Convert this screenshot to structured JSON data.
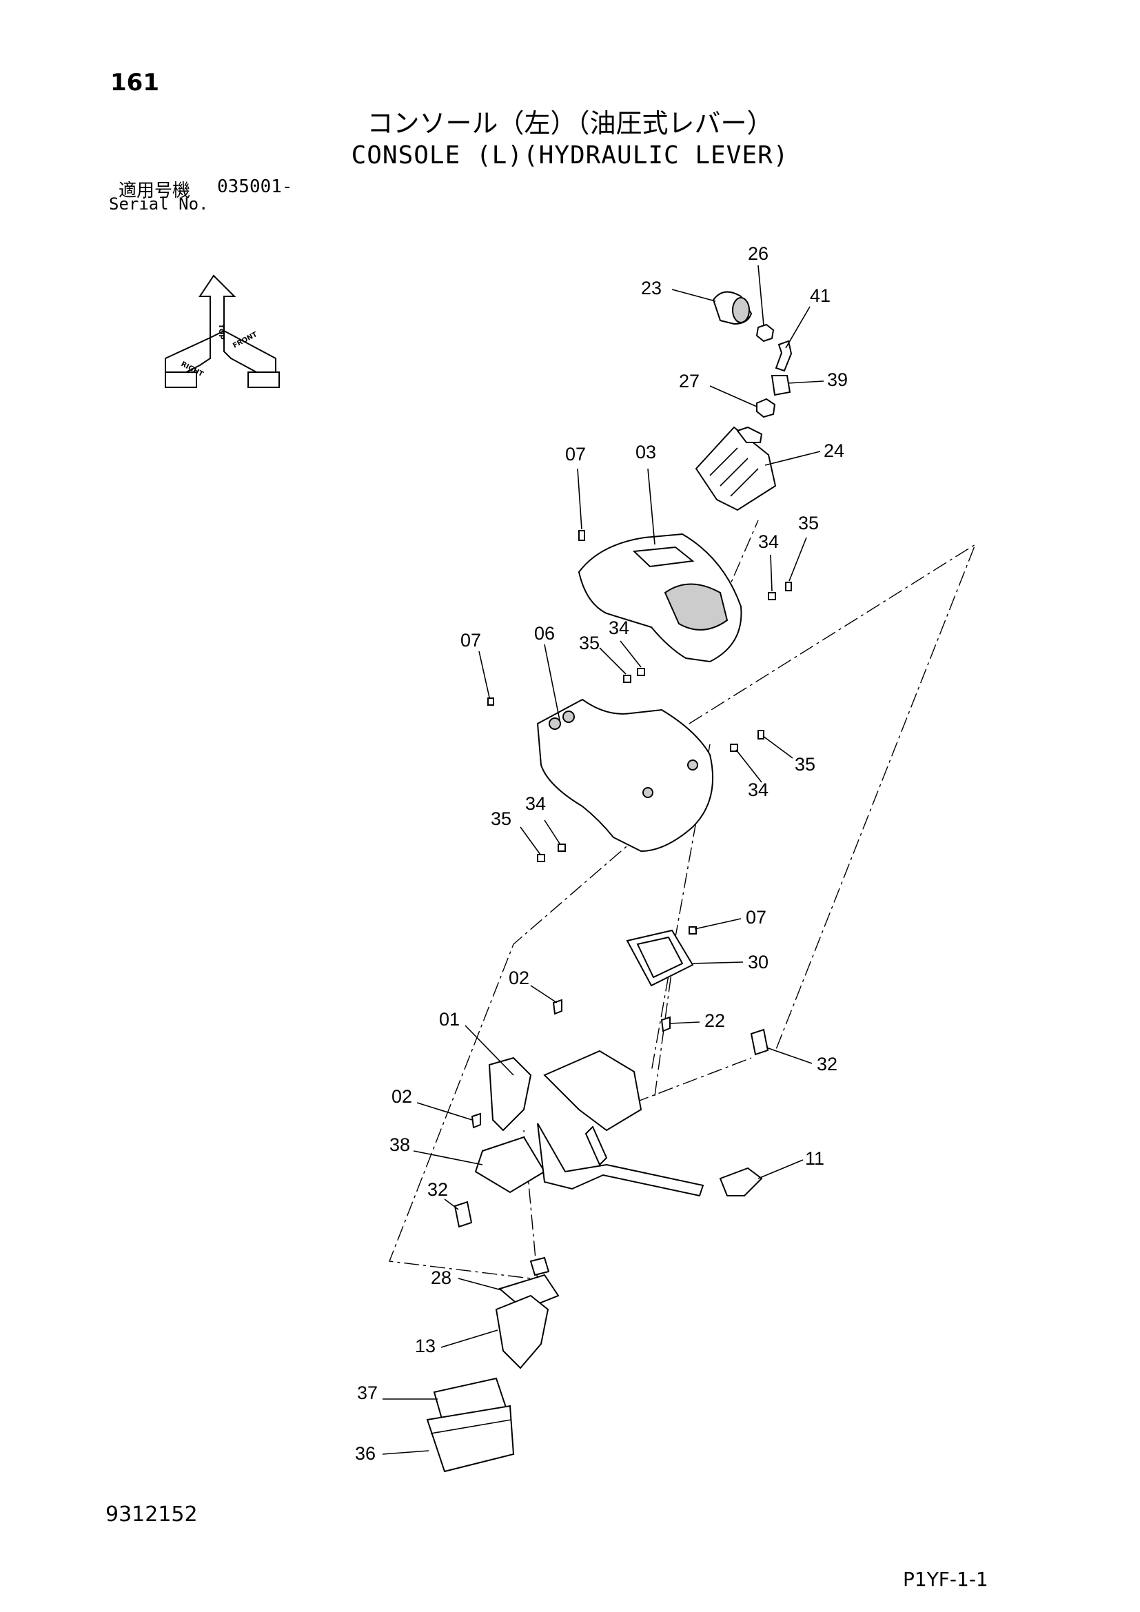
{
  "header": {
    "page_number": "161",
    "title_jp": "コンソール（左）（油圧式レバー）",
    "title_en": "CONSOLE (L)(HYDRAULIC LEVER)",
    "serial_label_jp": "適用号機",
    "serial_value": "035001-",
    "serial_label_en": "Serial No."
  },
  "orientation_indicator": {
    "top": "TOP",
    "right": "RIGHT",
    "front": "FRONT"
  },
  "callouts": {
    "c01": "01",
    "c02a": "02",
    "c02b": "02",
    "c03": "03",
    "c06": "06",
    "c07a": "07",
    "c07b": "07",
    "c07c": "07",
    "c11": "11",
    "c13": "13",
    "c22": "22",
    "c23": "23",
    "c24": "24",
    "c26": "26",
    "c27": "27",
    "c28": "28",
    "c30": "30",
    "c32a": "32",
    "c32b": "32",
    "c34a": "34",
    "c34b": "34",
    "c34c": "34",
    "c34d": "34",
    "c35a": "35",
    "c35b": "35",
    "c35c": "35",
    "c35d": "35",
    "c36": "36",
    "c37": "37",
    "c38": "38",
    "c39": "39",
    "c41": "41"
  },
  "footer": {
    "drawing_number": "9312152",
    "sheet_code": "P1YF-1-1"
  }
}
